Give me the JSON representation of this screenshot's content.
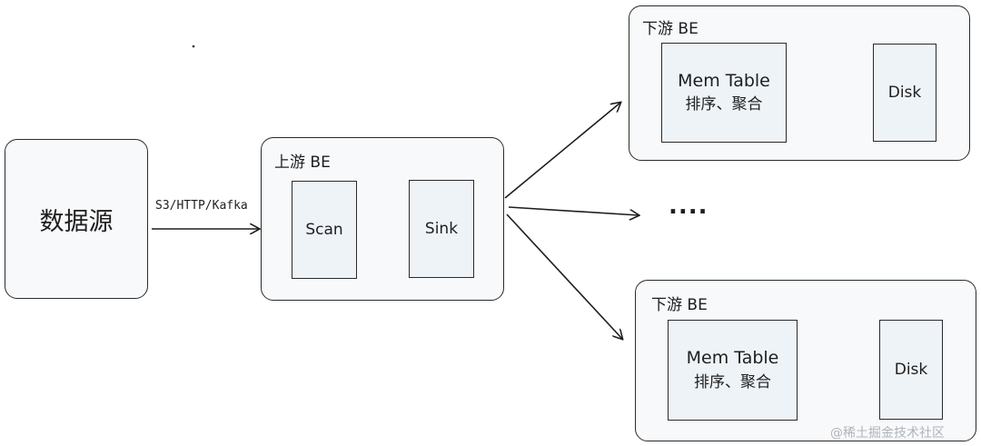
{
  "source": {
    "label": "数据源"
  },
  "edge_label": "S3/HTTP/Kafka",
  "upstream": {
    "title": "上游 BE",
    "scan": "Scan",
    "sink": "Sink"
  },
  "downstream_top": {
    "title": "下游 BE",
    "memtable_line1": "Mem Table",
    "memtable_line2": "排序、聚合",
    "disk": "Disk"
  },
  "ellipsis": "....",
  "downstream_bottom": {
    "title": "下游 BE",
    "memtable_line1": "Mem Table",
    "memtable_line2": "排序、聚合",
    "disk": "Disk"
  },
  "watermark": "@稀土掘金技术社区"
}
